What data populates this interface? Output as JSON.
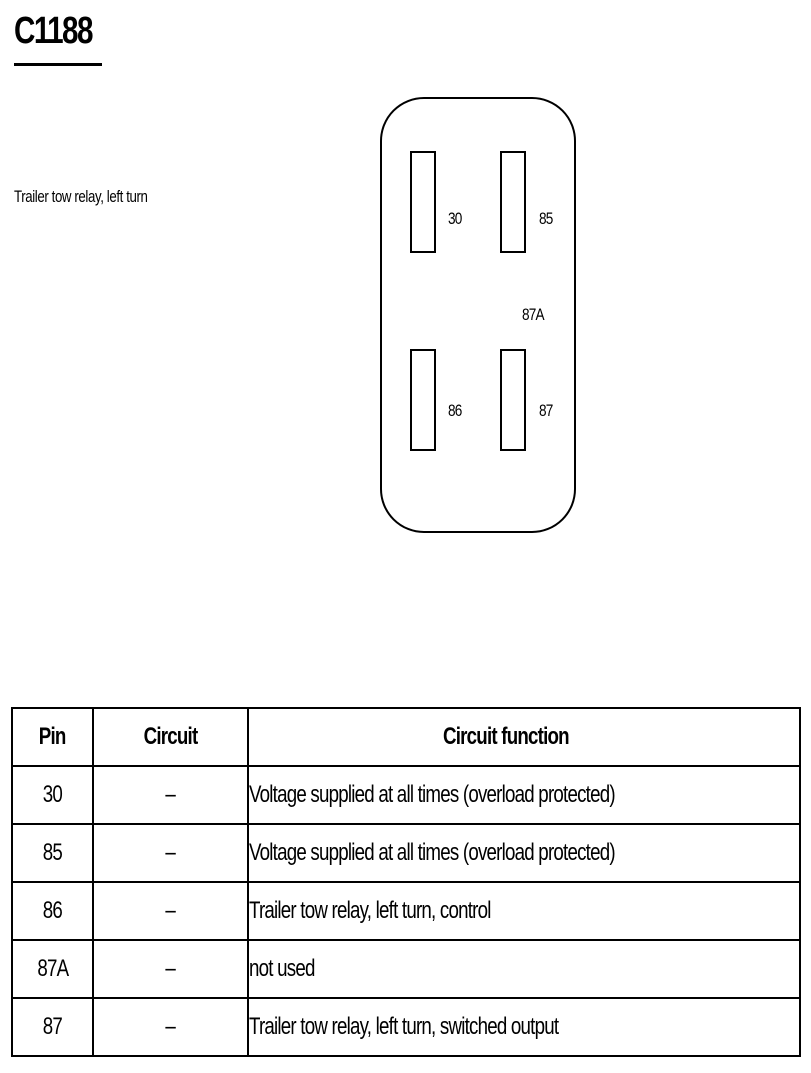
{
  "title": "C1188",
  "description": "Trailer tow relay, left turn",
  "connector": {
    "pins": [
      "30",
      "85",
      "87A",
      "86",
      "87"
    ]
  },
  "table": {
    "headers": [
      "Pin",
      "Circuit",
      "Circuit function"
    ],
    "rows": [
      {
        "pin": "30",
        "circuit": "–",
        "function": "Voltage supplied at all times (overload protected)"
      },
      {
        "pin": "85",
        "circuit": "–",
        "function": "Voltage supplied at all times (overload protected)"
      },
      {
        "pin": "86",
        "circuit": "–",
        "function": "Trailer tow relay, left turn, control"
      },
      {
        "pin": "87A",
        "circuit": "–",
        "function": "not used"
      },
      {
        "pin": "87",
        "circuit": "–",
        "function": "Trailer tow relay, left turn, switched output"
      }
    ]
  }
}
